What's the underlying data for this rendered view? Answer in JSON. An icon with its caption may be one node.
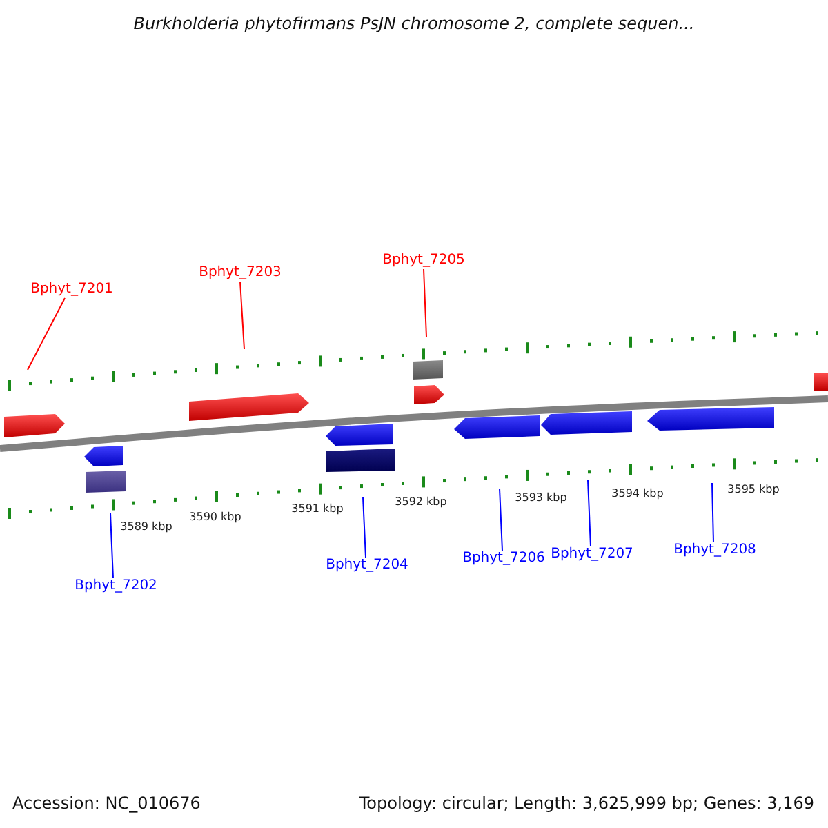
{
  "diagram": {
    "title": "Burkholderia phytofirmans PsJN chromosome 2, complete sequen...",
    "nodes": [
      {
        "text": [
          "Bphyt_7201"
        ]
      },
      {
        "text": [
          "Bphyt_7203"
        ]
      },
      {
        "text": [
          "Bphyt_7205"
        ]
      },
      {
        "text": [
          "Bphyt_7202"
        ]
      },
      {
        "text": [
          "Bphyt_7204"
        ]
      },
      {
        "text": [
          "Bphyt_7206"
        ]
      },
      {
        "text": [
          "Bphyt_7207"
        ]
      },
      {
        "text": [
          "Bphyt_7208"
        ]
      }
    ],
    "edges": [
      {
        "from": 0,
        "to": null,
        "arrow": "none",
        "color": "#ff0000"
      },
      {
        "from": 1,
        "to": null,
        "arrow": "none",
        "color": "#ff0000"
      },
      {
        "from": 2,
        "to": null,
        "arrow": "none",
        "color": "#ff0000"
      },
      {
        "from": 3,
        "to": null,
        "arrow": "none",
        "color": "#0000ff"
      },
      {
        "from": 4,
        "to": null,
        "arrow": "none",
        "color": "#0000ff"
      },
      {
        "from": 5,
        "to": null,
        "arrow": "none",
        "color": "#0000ff"
      },
      {
        "from": 6,
        "to": null,
        "arrow": "none",
        "color": "#0000ff"
      },
      {
        "from": 7,
        "to": null,
        "arrow": "none",
        "color": "#0000ff"
      }
    ],
    "labels": [
      "3589 kbp",
      "3590 kbp",
      "3591 kbp",
      "3592 kbp",
      "3593 kbp",
      "3594 kbp",
      "3595 kbp",
      "Accession: NC_010676",
      "Topology: circular; Length: 3,625,999 bp; Genes: 3,169"
    ]
  }
}
